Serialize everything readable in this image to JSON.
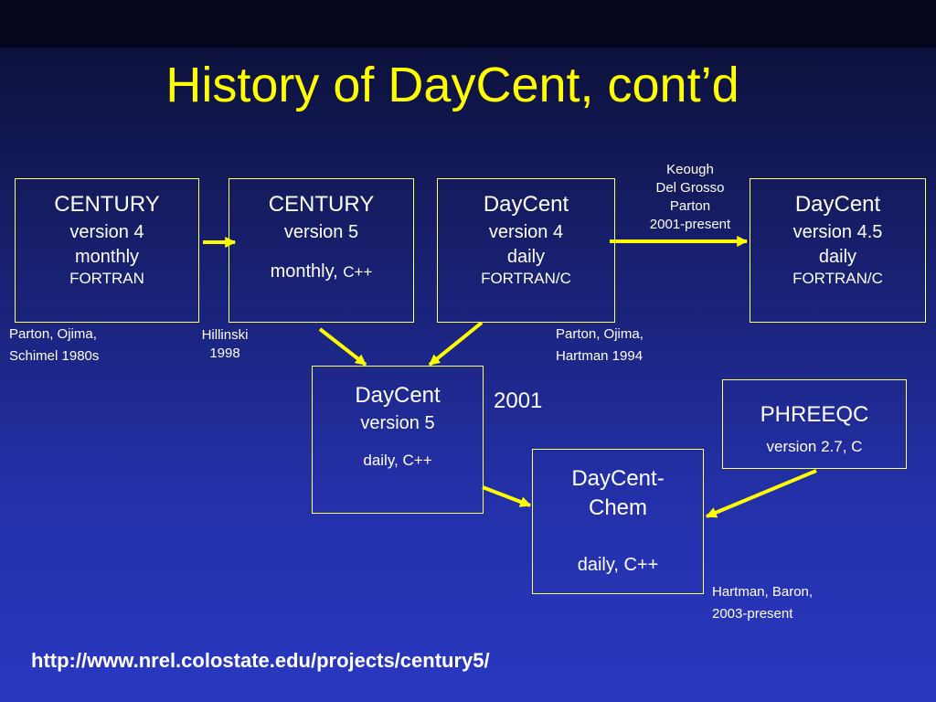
{
  "slide": {
    "title": "History of DayCent, cont’d",
    "url": "http://www.nrel.colostate.edu/projects/century5/"
  },
  "boxes": {
    "century4": {
      "line1": "CENTURY",
      "line2": "version 4",
      "line3": "monthly",
      "line4": "FORTRAN"
    },
    "century5": {
      "line1": "CENTURY",
      "line2": "version 5",
      "line3_main": "monthly, ",
      "line3_small": "C++"
    },
    "daycent4": {
      "line1": "DayCent",
      "line2": "version 4",
      "line3": "daily",
      "line4": "FORTRAN/C"
    },
    "daycent45": {
      "line1": "DayCent",
      "line2": "version 4.5",
      "line3": "daily",
      "line4": "FORTRAN/C"
    },
    "daycent5": {
      "line1": "DayCent",
      "line2": "version 5",
      "line3": "daily, C++"
    },
    "phreeqc": {
      "line1": "PHREEQC",
      "line2": "version 2.7, C"
    },
    "daycentchem": {
      "line1": "DayCent-",
      "line2": "Chem",
      "line3": "daily, C++"
    }
  },
  "captions": {
    "parton_schimel": {
      "line1": "Parton, Ojima,",
      "line2": "Schimel 1980s"
    },
    "hillinski": {
      "line1": "Hillinski",
      "line2": "1998"
    },
    "parton_hartman": {
      "line1": "Parton, Ojima,",
      "line2": "Hartman 1994"
    },
    "keough": {
      "line1": "Keough",
      "line2": "Del Grosso",
      "line3": "Parton",
      "line4": "2001-present"
    },
    "hartman_baron": {
      "line1": "Hartman, Baron,",
      "line2": "2003-present"
    },
    "year2001": "2001"
  },
  "colors": {
    "title": "#ffff00",
    "border": "#ffff66",
    "arrow": "#ffff00"
  }
}
